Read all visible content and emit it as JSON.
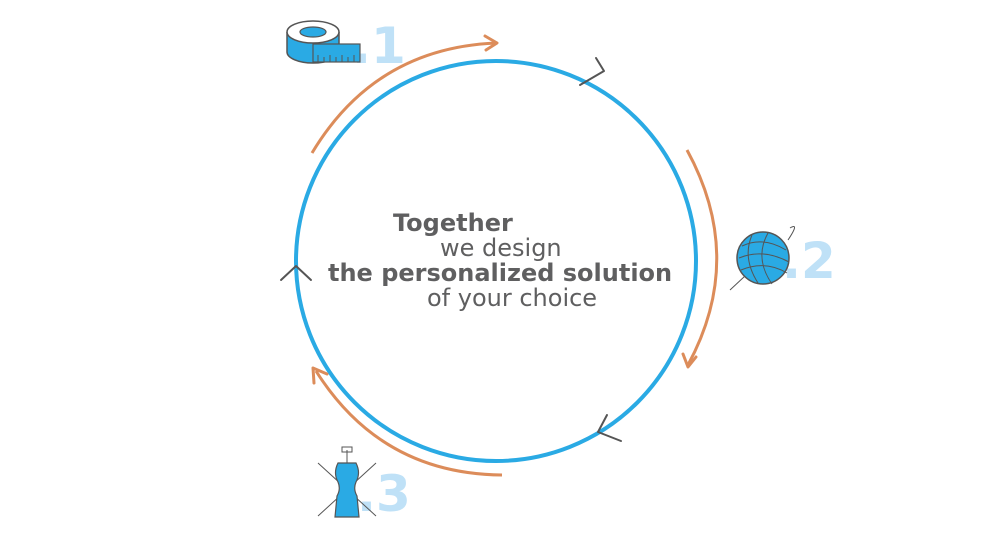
{
  "colors": {
    "circle": "#2aaae4",
    "arrow": "#dc8c5a",
    "number": "#bfe1f7",
    "text": "#5f5f60",
    "chevron": "#555555",
    "icon_stroke": "#555555"
  },
  "center_text": {
    "line1": "Together",
    "line2": "we design",
    "line3": "the personalized solution",
    "line4": "of your choice"
  },
  "steps": [
    {
      "number": ".1",
      "icon": "measuring-tape-icon"
    },
    {
      "number": ".2",
      "icon": "yarn-ball-icon"
    },
    {
      "number": ".3",
      "icon": "dress-form-icon"
    }
  ]
}
